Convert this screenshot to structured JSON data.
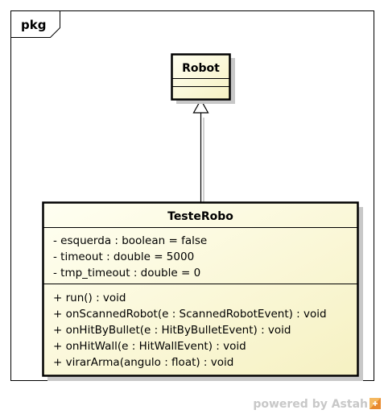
{
  "package": {
    "label": "pkg"
  },
  "classes": {
    "robot": {
      "name": "Robot"
    },
    "teste_robo": {
      "name": "TesteRobo",
      "attributes": [
        "- esquerda : boolean = false",
        "- timeout : double = 5000",
        "- tmp_timeout : double = 0"
      ],
      "operations": [
        "+ run() : void",
        "+ onScannedRobot(e : ScannedRobotEvent) : void",
        "+ onHitByBullet(e : HitByBulletEvent) : void",
        "+ onHitWall(e : HitWallEvent) : void",
        "+ virarArma(angulo : float) : void"
      ]
    }
  },
  "relationship": {
    "type": "generalization",
    "from": "TesteRobo",
    "to": "Robot"
  },
  "footer": {
    "text": "powered by Astah"
  },
  "colors": {
    "class_fill_start": "#fffff0",
    "class_fill_end": "#f7f3c4",
    "shadow": "#c8c8c8",
    "border": "#000000",
    "astah_logo": "#f0a040"
  }
}
